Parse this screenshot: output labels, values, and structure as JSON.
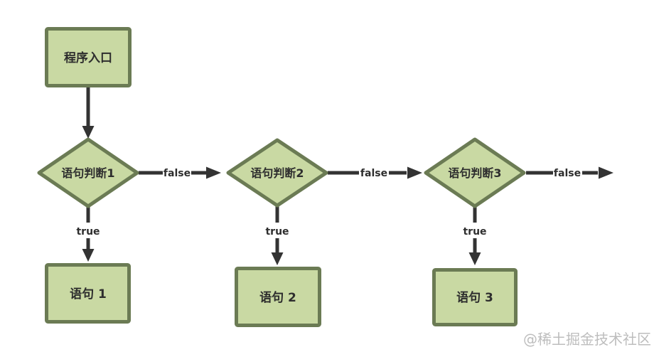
{
  "diagram": {
    "type": "flowchart",
    "nodes": {
      "entry": {
        "label": "程序入口",
        "shape": "rectangle"
      },
      "decision1": {
        "label": "语句判断1",
        "shape": "diamond"
      },
      "decision2": {
        "label": "语句判断2",
        "shape": "diamond"
      },
      "decision3": {
        "label": "语句判断3",
        "shape": "diamond"
      },
      "statement1": {
        "label": "语句 1",
        "shape": "rectangle"
      },
      "statement2": {
        "label": "语句 2",
        "shape": "rectangle"
      },
      "statement3": {
        "label": "语句 3",
        "shape": "rectangle"
      }
    },
    "edges": [
      {
        "from": "entry",
        "to": "decision1",
        "label": ""
      },
      {
        "from": "decision1",
        "to": "decision2",
        "label": "false"
      },
      {
        "from": "decision1",
        "to": "statement1",
        "label": "true"
      },
      {
        "from": "decision2",
        "to": "decision3",
        "label": "false"
      },
      {
        "from": "decision2",
        "to": "statement2",
        "label": "true"
      },
      {
        "from": "decision3",
        "to": "off-chart",
        "label": "false"
      },
      {
        "from": "decision3",
        "to": "statement3",
        "label": "true"
      }
    ],
    "colors": {
      "background": "#ffffff",
      "node_fill": "#c9d9a3",
      "node_border": "#6b7b54",
      "arrow": "#333333",
      "label_text": "#2e2e2e",
      "watermark": "#bdbdbd"
    },
    "watermark": "@稀土掘金技术社区"
  }
}
